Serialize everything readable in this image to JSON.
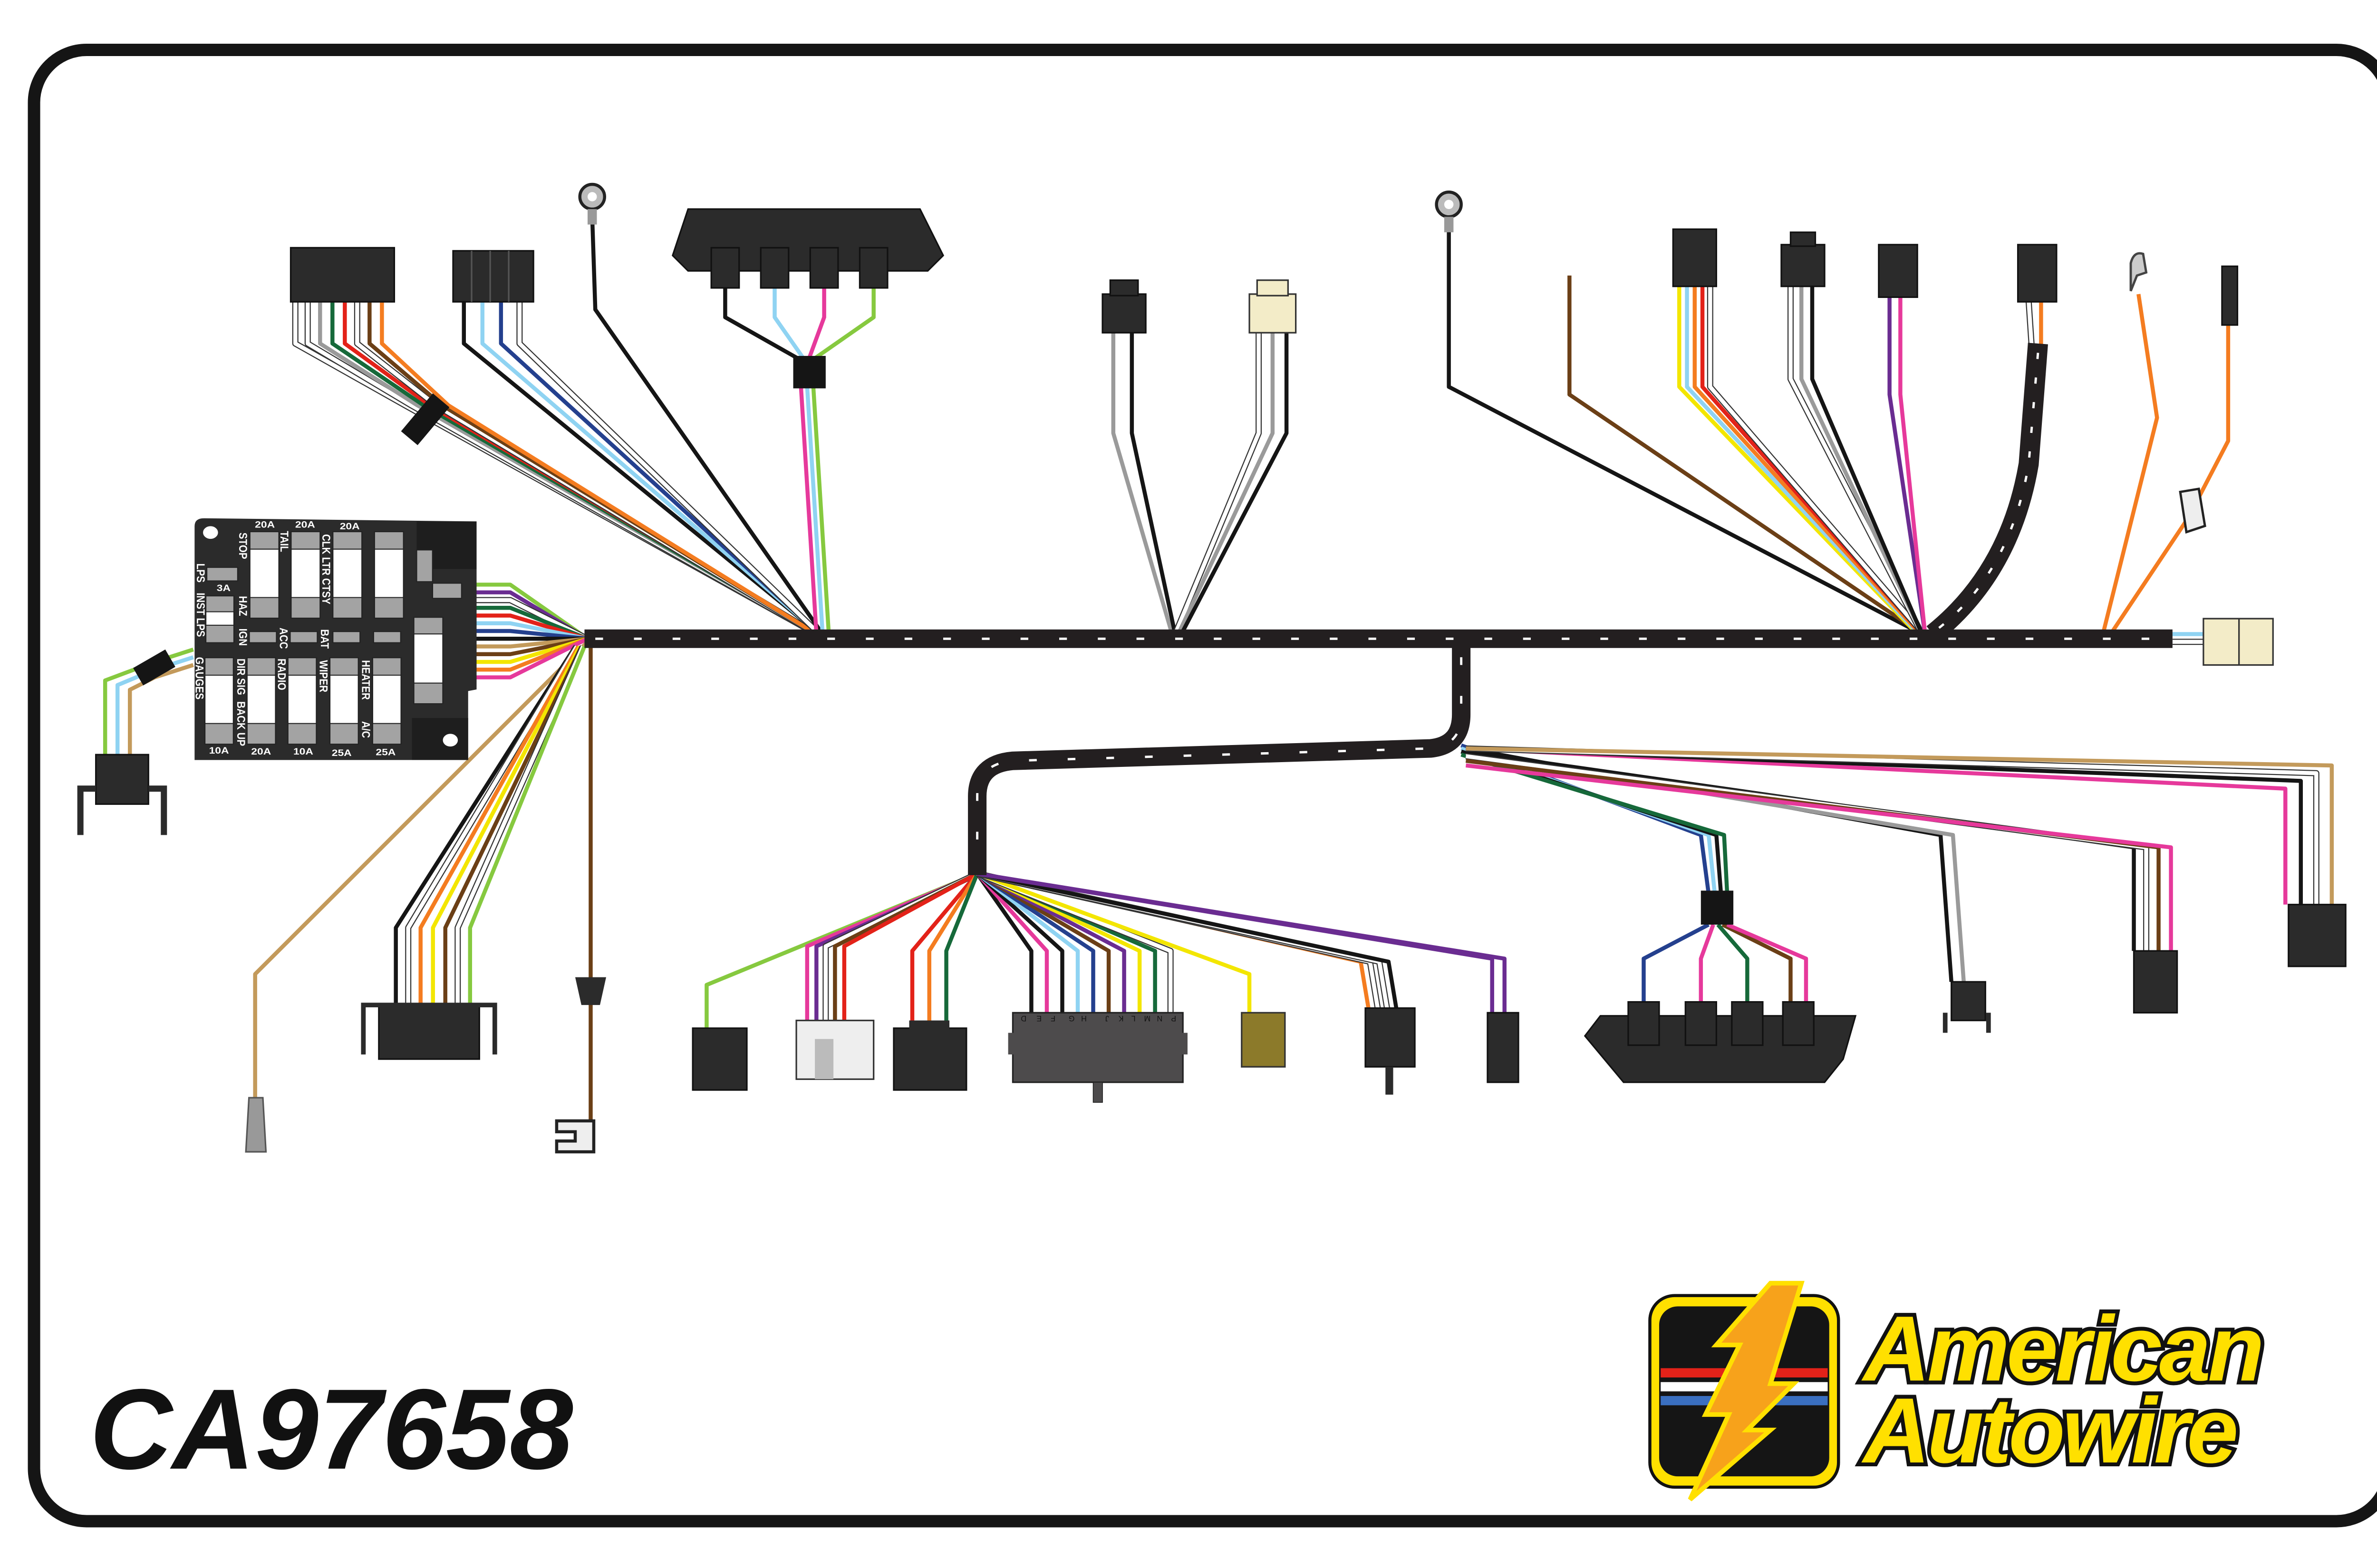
{
  "part_number": "CA97658",
  "brand": {
    "line1": "American",
    "line2": "Autowire"
  },
  "fuse_block": {
    "top_amps": [
      "20A",
      "20A",
      "20A"
    ],
    "small_amp": "3A",
    "bottom_amps": [
      "10A",
      "20A",
      "10A",
      "25A",
      "25A"
    ],
    "labels": {
      "stop": "STOP",
      "tail": "TAIL",
      "clk_ltr_ctsy": "CLK LTR CTSY",
      "lps": "LPS",
      "inst_lps": "INST LPS",
      "haz": "HAZ",
      "ign": "IGN",
      "acc": "ACC",
      "bat": "BAT",
      "gauges": "GAUGES",
      "dir_sig": "DIR SIG",
      "back_up": "BACK UP",
      "radio": "RADIO",
      "wiper": "WIPER",
      "heater": "HEATER",
      "ac": "A/C"
    }
  },
  "bulkhead_connector_pins": [
    "D",
    "E",
    "F",
    "G",
    "H",
    "J",
    "K",
    "L",
    "M",
    "N",
    "P"
  ],
  "wire_colors": {
    "black": "#151515",
    "white": "#ffffff",
    "gray": "#9a9a9a",
    "red": "#e32219",
    "orange": "#f47c20",
    "yellow": "#f3e600",
    "green": "#86c93f",
    "dkgreen": "#16693a",
    "ltblue": "#8fd3f2",
    "navy": "#24408e",
    "purple": "#6a2c91",
    "pink": "#e6399b",
    "brown": "#6b3f16",
    "tan": "#c39a5b"
  },
  "colors": {
    "harness": "#231f20",
    "connector": "#2b2b2b",
    "logo_yellow": "#ffe000",
    "beige": "#f3ecc8",
    "olive": "#8c7a2a"
  }
}
